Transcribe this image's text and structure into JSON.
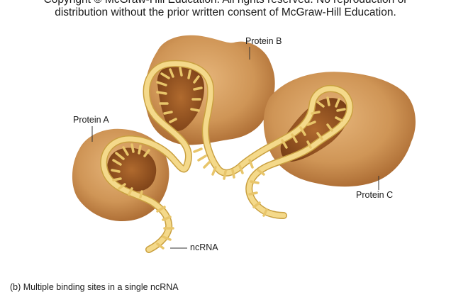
{
  "copyright": {
    "line1": "Copyright © McGraw-Hill Education. All rights reserved. No reproduction or",
    "line2": "distribution without the prior written consent of McGraw-Hill Education."
  },
  "labels": {
    "protein_a": "Protein A",
    "protein_b": "Protein B",
    "protein_c": "Protein C",
    "ncrna": "ncRNA"
  },
  "caption": "(b) Multiple binding sites in a single ncRNA",
  "colors": {
    "protein_fill": "#cf9556",
    "protein_shadow": "#a8672f",
    "pocket_fill": "#8e4f1f",
    "rna_fill": "#f4d98a",
    "rna_edge": "#c9a040",
    "leader_line": "#333333"
  }
}
